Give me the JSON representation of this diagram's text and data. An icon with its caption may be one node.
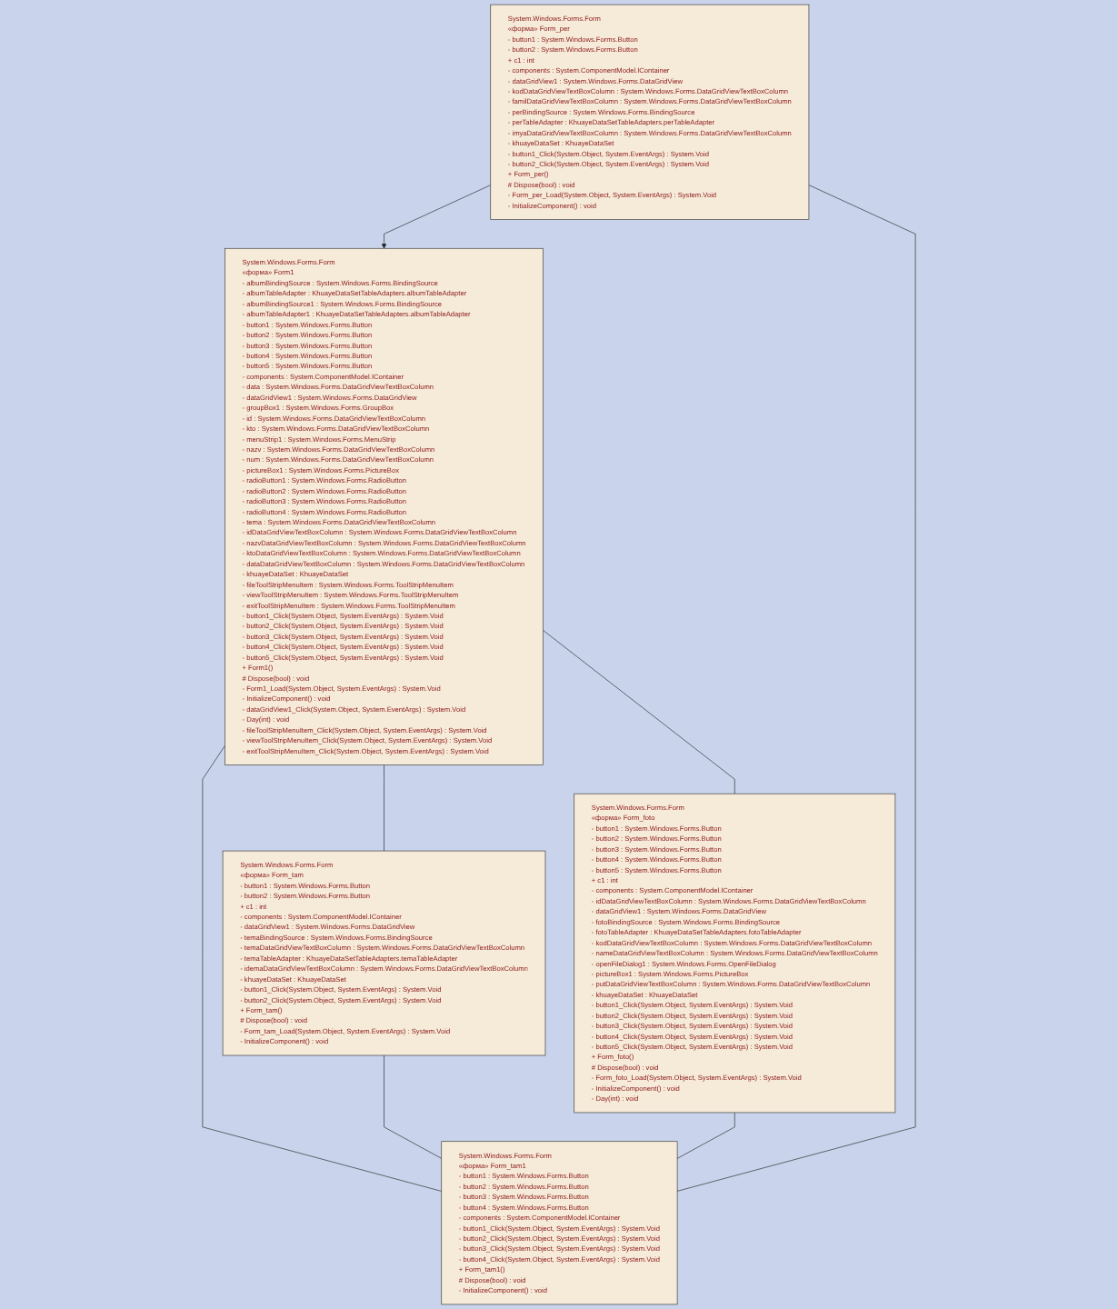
{
  "diagram": {
    "nodes": [
      {
        "text": [
          "System.Windows.Forms.Form",
          "«форма» Form1",
          "- albumBindingSource : System.Windows.Forms.BindingSource",
          "- albumTableAdapter : KhuayeDataSetTableAdapters.albumTableAdapter",
          "- albumBindingSource1 : System.Windows.Forms.BindingSource",
          "- albumTableAdapter1 : KhuayeDataSetTableAdapters.albumTableAdapter",
          "- button1 : System.Windows.Forms.Button",
          "- button2 : System.Windows.Forms.Button",
          "- button3 : System.Windows.Forms.Button",
          "- button4 : System.Windows.Forms.Button",
          "- button5 : System.Windows.Forms.Button",
          "- components : System.ComponentModel.IContainer",
          "- data : System.Windows.Forms.DataGridViewTextBoxColumn",
          "- dataGridView1 : System.Windows.Forms.DataGridView",
          "- groupBox1 : System.Windows.Forms.GroupBox",
          "- id : System.Windows.Forms.DataGridViewTextBoxColumn",
          "- kto : System.Windows.Forms.DataGridViewTextBoxColumn",
          "- menuStrip1 : System.Windows.Forms.MenuStrip",
          "- nazv : System.Windows.Forms.DataGridViewTextBoxColumn",
          "- num : System.Windows.Forms.DataGridViewTextBoxColumn",
          "- pictureBox1 : System.Windows.Forms.PictureBox",
          "- radioButton1 : System.Windows.Forms.RadioButton",
          "- radioButton2 : System.Windows.Forms.RadioButton",
          "- radioButton3 : System.Windows.Forms.RadioButton",
          "- radioButton4 : System.Windows.Forms.RadioButton",
          "- tema : System.Windows.Forms.DataGridViewTextBoxColumn",
          "- idDataGridViewTextBoxColumn : System.Windows.Forms.DataGridViewTextBoxColumn",
          "- nazvDataGridViewTextBoxColumn : System.Windows.Forms.DataGridViewTextBoxColumn",
          "- ktoDataGridViewTextBoxColumn : System.Windows.Forms.DataGridViewTextBoxColumn",
          "- dataDataGridViewTextBoxColumn : System.Windows.Forms.DataGridViewTextBoxColumn",
          "- khuayeDataSet : KhuayeDataSet",
          "- fileToolStripMenuItem : System.Windows.Forms.ToolStripMenuItem",
          "- viewToolStripMenuItem : System.Windows.Forms.ToolStripMenuItem",
          "- exitToolStripMenuItem : System.Windows.Forms.ToolStripMenuItem",
          "- button1_Click(System.Object, System.EventArgs) : System.Void",
          "- button2_Click(System.Object, System.EventArgs) : System.Void",
          "- button3_Click(System.Object, System.EventArgs) : System.Void",
          "- button4_Click(System.Object, System.EventArgs) : System.Void",
          "- button5_Click(System.Object, System.EventArgs) : System.Void",
          "+ Form1()",
          "# Dispose(bool) : void",
          "- Form1_Load(System.Object, System.EventArgs) : System.Void",
          "- InitializeComponent() : void",
          "- dataGridView1_Click(System.Object, System.EventArgs) : System.Void",
          "- Day(int) : void",
          "- fileToolStripMenuItem_Click(System.Object, System.EventArgs) : System.Void",
          "- viewToolStripMenuItem_Click(System.Object, System.EventArgs) : System.Void",
          "- exitToolStripMenuItem_Click(System.Object, System.EventArgs) : System.Void"
        ]
      },
      {
        "text": [
          "System.Windows.Forms.Form",
          "«форма» Form_tam",
          "- button1 : System.Windows.Forms.Button",
          "- button2 : System.Windows.Forms.Button",
          "+ c1 : int",
          "- components : System.ComponentModel.IContainer",
          "- dataGridView1 : System.Windows.Forms.DataGridView",
          "- temaBindingSource : System.Windows.Forms.BindingSource",
          "- temaDataGridViewTextBoxColumn : System.Windows.Forms.DataGridViewTextBoxColumn",
          "- temaTableAdapter : KhuayeDataSetTableAdapters.temaTableAdapter",
          "- idemaDataGridViewTextBoxColumn : System.Windows.Forms.DataGridViewTextBoxColumn",
          "- khuayeDataSet : KhuayeDataSet",
          "- button1_Click(System.Object, System.EventArgs) : System.Void",
          "- button2_Click(System.Object, System.EventArgs) : System.Void",
          "+ Form_tam()",
          "# Dispose(bool) : void",
          "- Form_tam_Load(System.Object, System.EventArgs) : System.Void",
          "- InitializeComponent() : void"
        ]
      },
      {
        "text": [
          "System.Windows.Forms.Form",
          "«форма» Form_per",
          "- button1 : System.Windows.Forms.Button",
          "- button2 : System.Windows.Forms.Button",
          "+ c1 : int",
          "- components : System.ComponentModel.IContainer",
          "- dataGridView1 : System.Windows.Forms.DataGridView",
          "- kodDataGridViewTextBoxColumn : System.Windows.Forms.DataGridViewTextBoxColumn",
          "- familDataGridViewTextBoxColumn : System.Windows.Forms.DataGridViewTextBoxColumn",
          "- perBindingSource : System.Windows.Forms.BindingSource",
          "- perTableAdapter : KhuayeDataSetTableAdapters.perTableAdapter",
          "- imyaDataGridViewTextBoxColumn : System.Windows.Forms.DataGridViewTextBoxColumn",
          "- khuayeDataSet : KhuayeDataSet",
          "- button1_Click(System.Object, System.EventArgs) : System.Void",
          "- button2_Click(System.Object, System.EventArgs) : System.Void",
          "+ Form_per()",
          "# Dispose(bool) : void",
          "- Form_per_Load(System.Object, System.EventArgs) : System.Void",
          "- InitializeComponent() : void"
        ]
      },
      {
        "text": [
          "System.Windows.Forms.Form",
          "«форма» Form_foto",
          "- button1 : System.Windows.Forms.Button",
          "- button2 : System.Windows.Forms.Button",
          "- button3 : System.Windows.Forms.Button",
          "- button4 : System.Windows.Forms.Button",
          "- button5 : System.Windows.Forms.Button",
          "+ c1 : int",
          "- components : System.ComponentModel.IContainer",
          "- idDataGridViewTextBoxColumn : System.Windows.Forms.DataGridViewTextBoxColumn",
          "- dataGridView1 : System.Windows.Forms.DataGridView",
          "- fotoBindingSource : System.Windows.Forms.BindingSource",
          "- fotoTableAdapter : KhuayeDataSetTableAdapters.fotoTableAdapter",
          "- kodDataGridViewTextBoxColumn : System.Windows.Forms.DataGridViewTextBoxColumn",
          "- nameDataGridViewTextBoxColumn : System.Windows.Forms.DataGridViewTextBoxColumn",
          "- openFileDialog1 : System.Windows.Forms.OpenFileDialog",
          "- pictureBox1 : System.Windows.Forms.PictureBox",
          "- putDataGridViewTextBoxColumn : System.Windows.Forms.DataGridViewTextBoxColumn",
          "- khuayeDataSet : KhuayeDataSet",
          "- button1_Click(System.Object, System.EventArgs) : System.Void",
          "- button2_Click(System.Object, System.EventArgs) : System.Void",
          "- button3_Click(System.Object, System.EventArgs) : System.Void",
          "- button4_Click(System.Object, System.EventArgs) : System.Void",
          "- button5_Click(System.Object, System.EventArgs) : System.Void",
          "+ Form_foto()",
          "# Dispose(bool) : void",
          "- Form_foto_Load(System.Object, System.EventArgs) : System.Void",
          "- InitializeComponent() : void",
          "- Day(int) : void"
        ]
      },
      {
        "text": [
          "System.Windows.Forms.Form",
          "«форма» Form_tam1",
          "- button1 : System.Windows.Forms.Button",
          "- button2 : System.Windows.Forms.Button",
          "- button3 : System.Windows.Forms.Button",
          "- button4 : System.Windows.Forms.Button",
          "- components : System.ComponentModel.IContainer",
          "- button1_Click(System.Object, System.EventArgs) : System.Void",
          "- button2_Click(System.Object, System.EventArgs) : System.Void",
          "- button3_Click(System.Object, System.EventArgs) : System.Void",
          "- button4_Click(System.Object, System.EventArgs) : System.Void",
          "+ Form_tam1()",
          "# Dispose(bool) : void",
          "- InitializeComponent() : void"
        ]
      }
    ],
    "edges": [
      {
        "from": 2,
        "to": 0,
        "arrow": "to"
      },
      {
        "from": 0,
        "to": 1,
        "arrow": "none"
      },
      {
        "from": 0,
        "to": 3,
        "arrow": "none"
      },
      {
        "from": 0,
        "to": 4,
        "arrow": "none"
      },
      {
        "from": 1,
        "to": 4,
        "arrow": "none"
      },
      {
        "from": 3,
        "to": 4,
        "arrow": "none"
      },
      {
        "from": 2,
        "to": 4,
        "arrow": "none"
      }
    ]
  }
}
